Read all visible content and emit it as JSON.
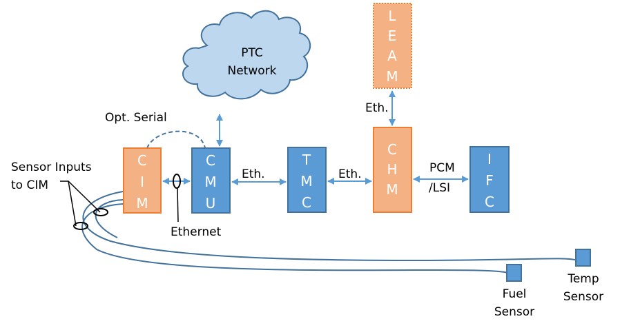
{
  "colors": {
    "blue_fill": "#5B9BD5",
    "blue_stroke": "#41719C",
    "orange_fill": "#F4B183",
    "orange_stroke": "#ED7D31",
    "cloud_fill": "#BDD7EE",
    "cloud_stroke": "#41719C",
    "arrow": "#5B9BD5",
    "cable": "#41719C"
  },
  "nodes": {
    "cim": {
      "letters": [
        "C",
        "I",
        "M"
      ],
      "name": "CIM"
    },
    "cmu": {
      "letters": [
        "C",
        "M",
        "U"
      ],
      "name": "CMU"
    },
    "tmc": {
      "letters": [
        "T",
        "M",
        "C"
      ],
      "name": "TMC"
    },
    "chm": {
      "letters": [
        "C",
        "H",
        "M"
      ],
      "name": "CHM"
    },
    "ifc": {
      "letters": [
        "I",
        "F",
        "C"
      ],
      "name": "IFC"
    },
    "leam": {
      "letters": [
        "L",
        "E",
        "A",
        "M"
      ],
      "name": "LEAM"
    },
    "ptc": {
      "line1": "PTC",
      "line2": "Network"
    }
  },
  "labels": {
    "opt_serial": "Opt. Serial",
    "sensor_inputs_1": "Sensor Inputs",
    "sensor_inputs_2": "to CIM",
    "ethernet": "Ethernet",
    "eth_cmu_tmc": "Eth.",
    "eth_tmc_chm": "Eth.",
    "eth_leam_chm": "Eth.",
    "pcm_1": "PCM",
    "pcm_2": "/LSI",
    "fuel_1": "Fuel",
    "fuel_2": "Sensor",
    "temp_1": "Temp",
    "temp_2": "Sensor"
  }
}
